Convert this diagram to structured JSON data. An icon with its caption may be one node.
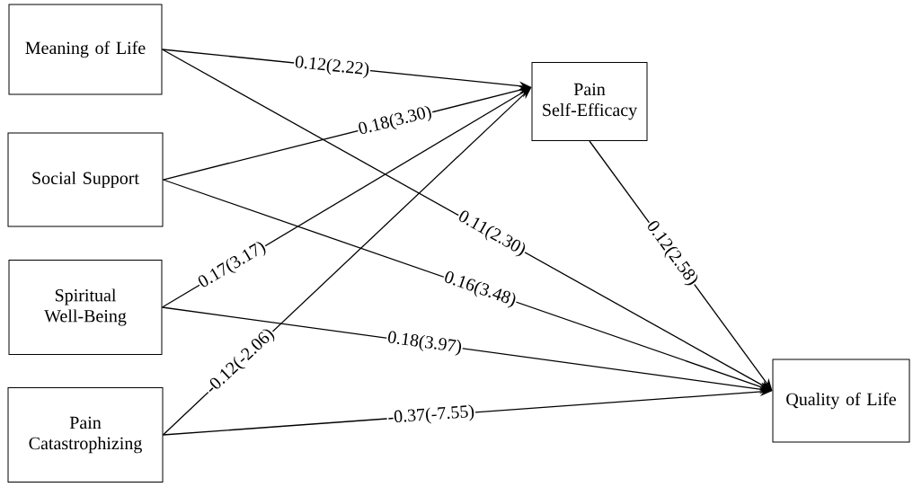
{
  "diagram": {
    "nodes": [
      {
        "text": [
          "Meaning of Life"
        ]
      },
      {
        "text": [
          "Social Support"
        ]
      },
      {
        "text": [
          "Spiritual Well-Being"
        ]
      },
      {
        "text": [
          "Pain Catastrophizing"
        ]
      },
      {
        "text": [
          "Pain Self-Efficacy"
        ]
      },
      {
        "text": [
          "Quality of Life"
        ]
      }
    ],
    "edges": [
      {
        "from": 0,
        "to": 4,
        "arrow": "to",
        "label": "0.12(2.22)"
      },
      {
        "from": 1,
        "to": 4,
        "arrow": "to",
        "label": "0.18(3.30)"
      },
      {
        "from": 2,
        "to": 4,
        "arrow": "to",
        "label": "0.17(3.17)"
      },
      {
        "from": 3,
        "to": 4,
        "arrow": "to",
        "label": "-0.12(-2.06)"
      },
      {
        "from": 0,
        "to": 5,
        "arrow": "to",
        "label": "0.11(2.30)"
      },
      {
        "from": 1,
        "to": 5,
        "arrow": "to",
        "label": "0.16(3.48)"
      },
      {
        "from": 2,
        "to": 5,
        "arrow": "to",
        "label": "0.18(3.97)"
      },
      {
        "from": 3,
        "to": 5,
        "arrow": "to",
        "label": "-0.37(-7.55)"
      },
      {
        "from": 4,
        "to": 5,
        "arrow": "to",
        "label": "0.12(2.58)"
      }
    ]
  }
}
